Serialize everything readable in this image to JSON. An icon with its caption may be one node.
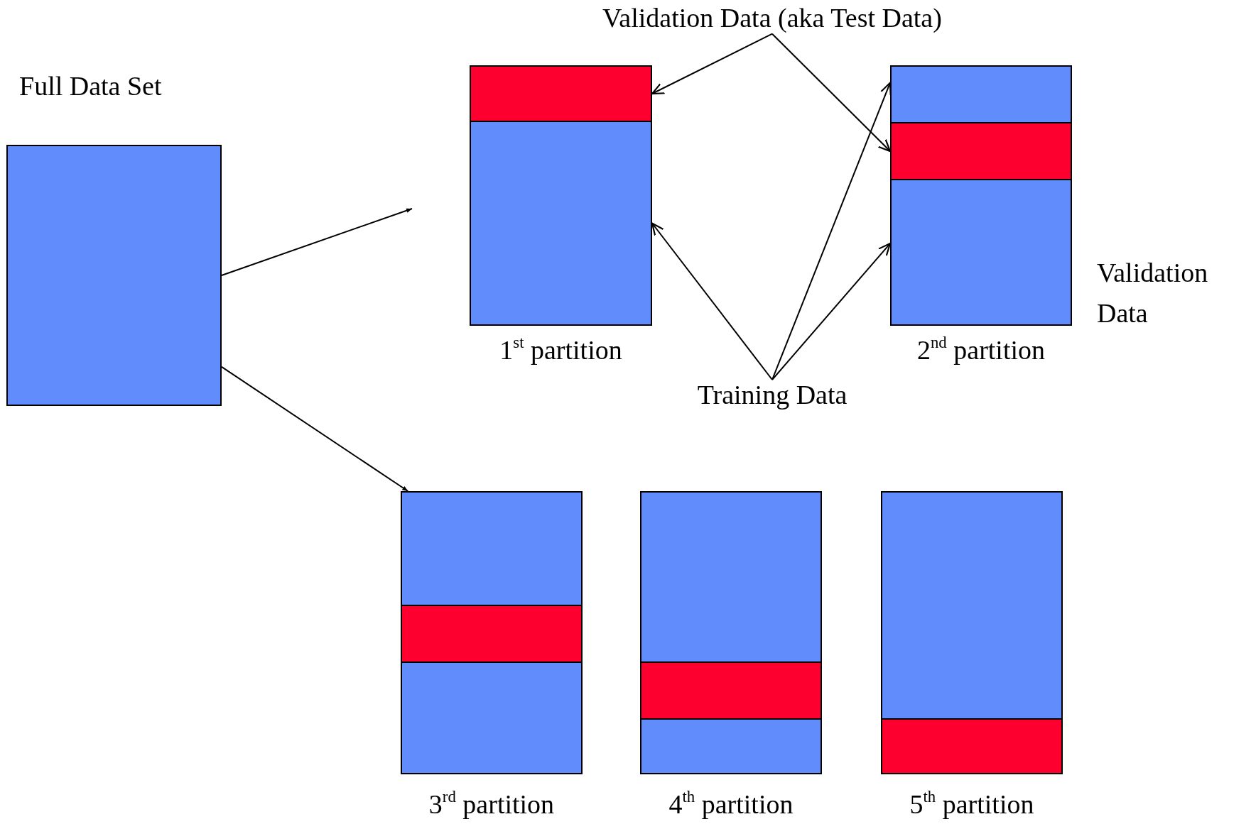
{
  "diagram": {
    "nodes": [
      {
        "text": [
          "Full Data Set"
        ]
      },
      {
        "text": [
          "Validation Data (aka Test Data)"
        ]
      },
      {
        "text": [
          "1$^{st}$ partition"
        ]
      },
      {
        "text": [],
        "shape": "box",
        "in": 2
      },
      {
        "text": [],
        "shape": "box",
        "in": 2
      },
      {
        "text": [
          "2$^{nd}$ partition"
        ]
      },
      {
        "text": [],
        "shape": "box",
        "in": 5
      },
      {
        "text": [],
        "shape": "box",
        "in": 5
      },
      {
        "text": [],
        "shape": "box",
        "in": 5
      },
      {
        "text": [
          "Training Data"
        ]
      },
      {
        "text": [
          "3$^{rd}$ partition"
        ]
      },
      {
        "text": [],
        "shape": "box",
        "in": 10
      },
      {
        "text": [],
        "shape": "box",
        "in": 10
      },
      {
        "text": [],
        "shape": "box",
        "in": 10
      },
      {
        "text": [
          "4$^{th}$ partition"
        ]
      },
      {
        "text": [],
        "shape": "box",
        "in": 14
      },
      {
        "text": [],
        "shape": "box",
        "in": 14
      },
      {
        "text": [],
        "shape": "box",
        "in": 14
      },
      {
        "text": [
          "5$^{th}$ partition"
        ]
      },
      {
        "text": [],
        "shape": "box",
        "in": 18
      },
      {
        "text": [],
        "shape": "box",
        "in": 18
      }
    ],
    "edges": [
      {
        "from": 0,
        "to": null,
        "arrow": "to"
      },
      {
        "from": 0,
        "to": 10,
        "arrow": "to"
      },
      {
        "from": 1,
        "to": 3,
        "arrow": "to"
      },
      {
        "from": 1,
        "to": 7,
        "arrow": "to"
      },
      {
        "from": 9,
        "to": 4,
        "arrow": "to"
      },
      {
        "from": 9,
        "to": 6,
        "arrow": "to"
      },
      {
        "from": 9,
        "to": 8,
        "arrow": "to"
      }
    ],
    "labels": [
      "Validation Data"
    ]
  }
}
